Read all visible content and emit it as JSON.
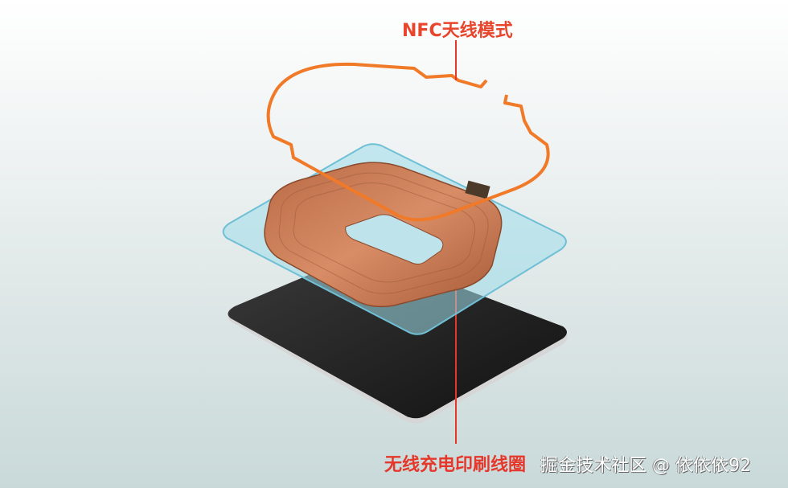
{
  "labels": {
    "nfc_antenna": "NFC天线模式",
    "wireless_charging_coil": "无线充电印刷线圈"
  },
  "watermark": "掘金技术社区 @ 依依依92",
  "colors": {
    "label_red": "#e5382b",
    "nfc_orange": "#f07a28",
    "copper": "#c8774e",
    "glass": "#9fdcea",
    "base_plate": "#1c1c1c"
  }
}
